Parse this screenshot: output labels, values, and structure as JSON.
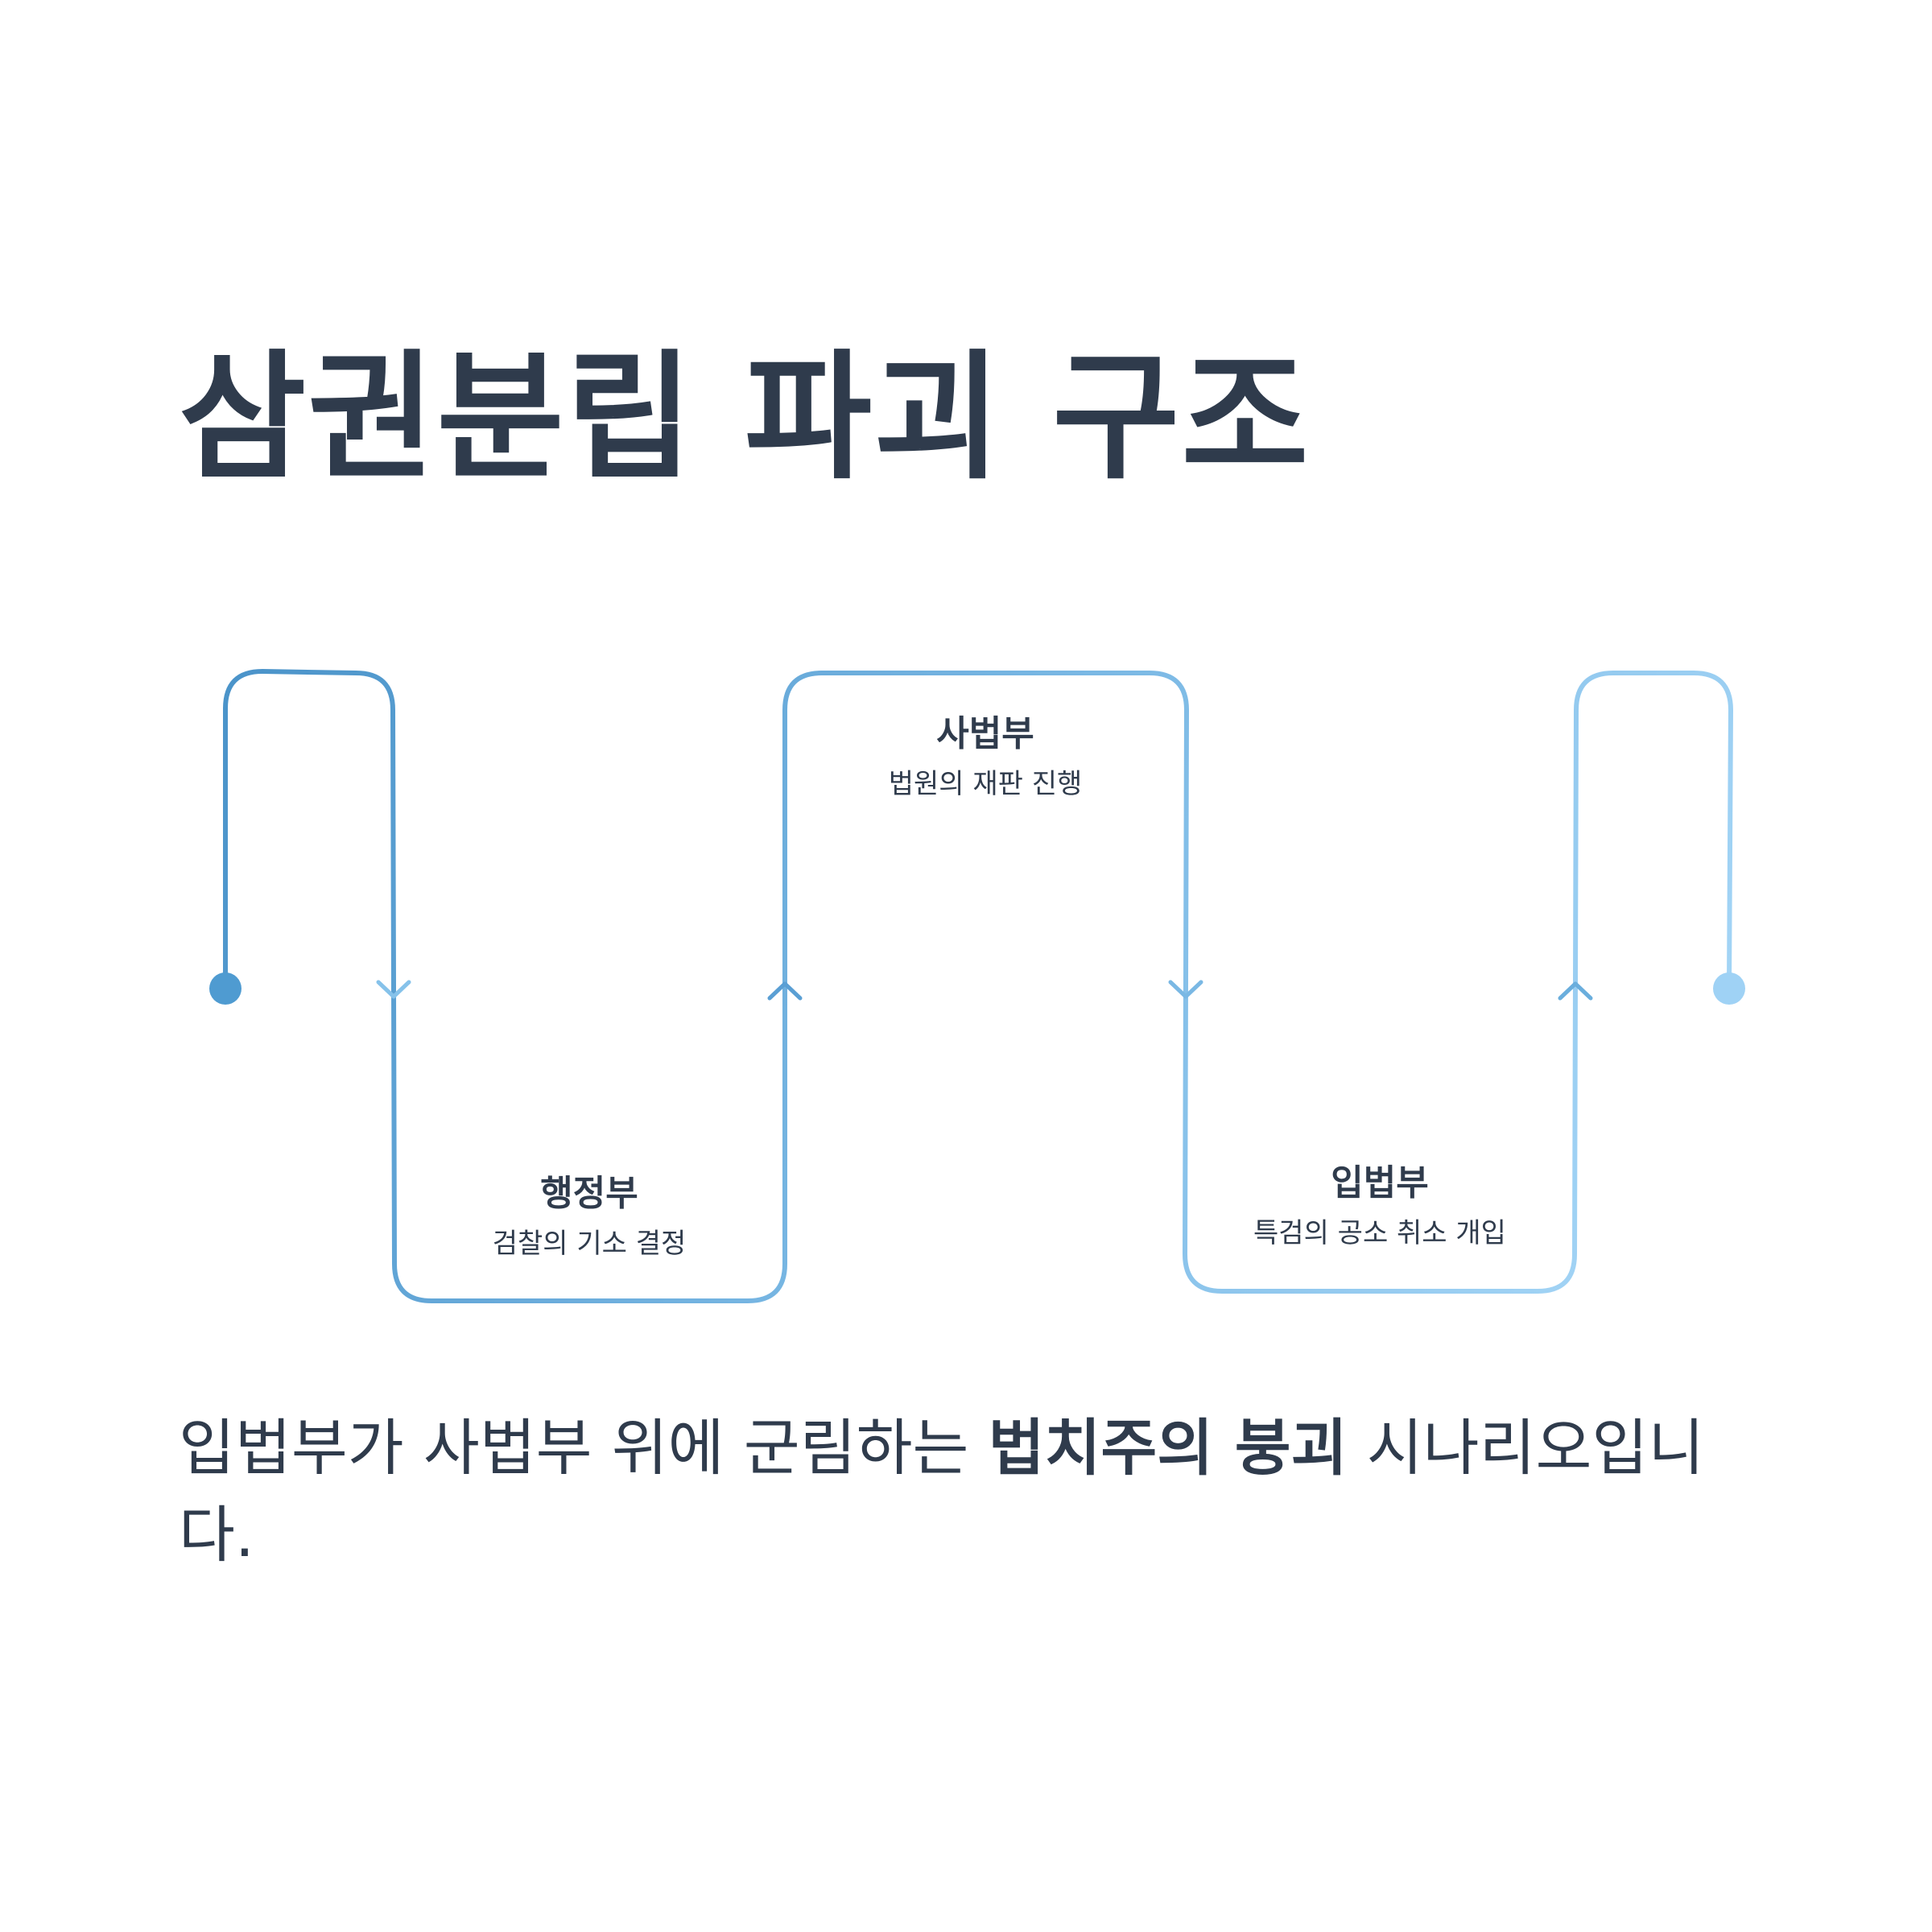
{
  "title": "삼권분립 파괴 구조",
  "colors": {
    "text": "#2f3b4c",
    "line_dark": "#4a93c9",
    "line_mid": "#7ab8e4",
    "line_light": "#a8d8f8"
  },
  "steps": [
    {
      "title": "행정부",
      "desc": "검찰의 기소 결정"
    },
    {
      "title": "사법부",
      "desc": "법원의 재판 진행"
    },
    {
      "title": "입법부",
      "desc": "특검의 공소 취소 개입"
    }
  ],
  "summary": {
    "before": "입법부가 사법부 위에 군림하는 ",
    "bold": "법치주의 붕괴",
    "after": " 시나리오입니다."
  }
}
